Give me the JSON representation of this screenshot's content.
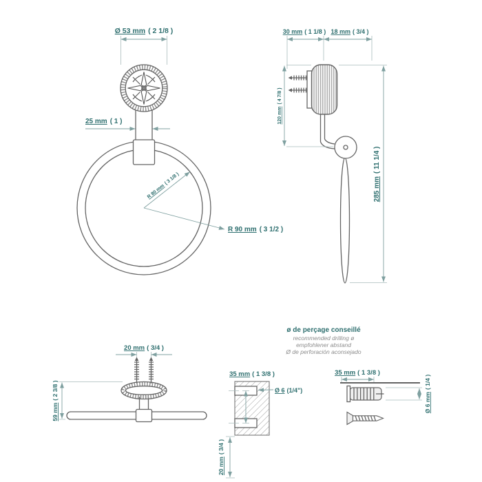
{
  "colors": {
    "dimension_text": "#2d6e6e",
    "dimension_line": "#7fa0a0",
    "drawing_line": "#636363"
  },
  "front_view": {
    "rosette_diameter": {
      "mm": "Ø 53 mm",
      "in": "( 2 1/8 )"
    },
    "connector_width": {
      "mm": "25 mm",
      "in": "( 1 )"
    },
    "inner_radius": {
      "mm": "R 80 mm",
      "in": "( 3 1/8 )"
    },
    "outer_radius": {
      "mm": "R 90 mm",
      "in": "( 3 1/2 )"
    }
  },
  "side_view": {
    "screw_depth": {
      "mm": "30 mm",
      "in": "( 1 1/8 )"
    },
    "rosette_depth": {
      "mm": "18 mm",
      "in": "( 3/4 )"
    },
    "mount_height": {
      "mm": "120 mm",
      "in": "( 4 7/8 )"
    },
    "total_height": {
      "mm": "285 mm",
      "in": "( 11 1/4 )"
    }
  },
  "top_view": {
    "screw_spacing": {
      "mm": "20 mm",
      "in": "( 3/4 )"
    },
    "projection": {
      "mm": "59 mm",
      "in": "( 2 3/8 )"
    }
  },
  "drilling": {
    "title_fr": "ø de perçage conseillé",
    "title_en": "recommended drilling ø",
    "title_de": "empfohlener abstand",
    "title_es": "Ø de perforación aconsejado",
    "hole_spacing": {
      "mm": "35 mm",
      "in": "( 1 3/8 )"
    },
    "hole_diameter": {
      "mm": "Ø 6",
      "in": "(1/4\")"
    },
    "hole_clearance": {
      "mm": "20 mm",
      "in": "( 3/4 )"
    },
    "anchor_spacing": {
      "mm": "35 mm",
      "in": "( 1 3/8 )"
    },
    "anchor_diameter": {
      "mm": "Ø 6 mm",
      "in": "( 1/4 )"
    }
  }
}
